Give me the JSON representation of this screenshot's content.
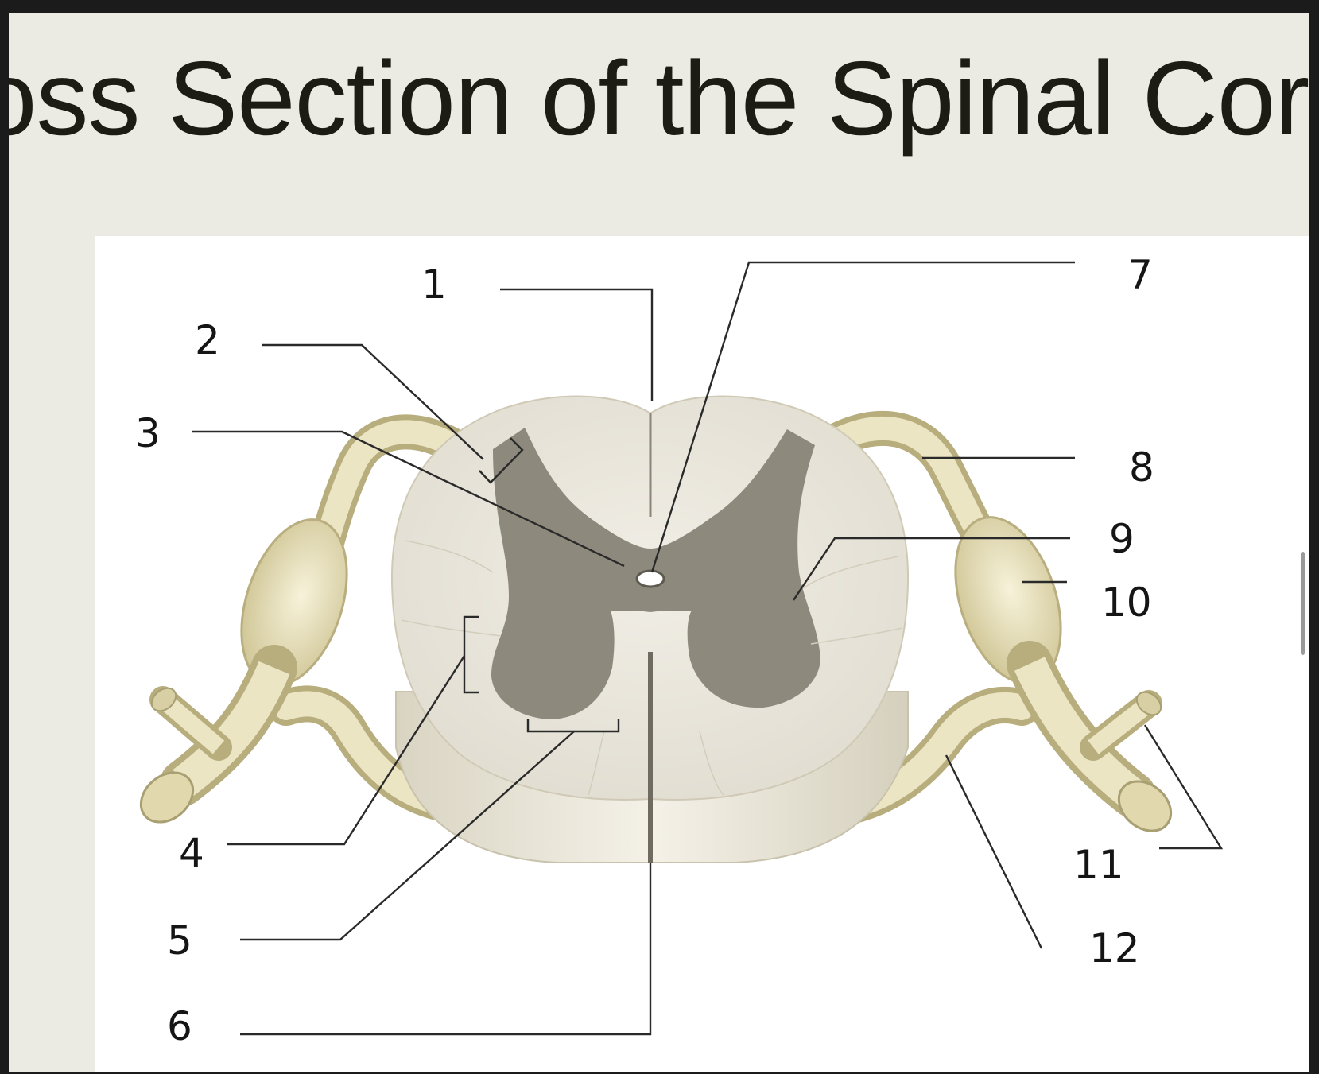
{
  "title": "oss Section of the Spinal Cord",
  "labels": {
    "l1": "1",
    "l2": "2",
    "l3": "3",
    "l4": "4",
    "l5": "5",
    "l6": "6",
    "l7": "7",
    "l8": "8",
    "l9": "9",
    "l10": "10",
    "l11": "11",
    "l12": "12"
  },
  "colors": {
    "slide_background": "#ebebe4",
    "white_matter": "#ebe8e0",
    "gray_matter": "#8d8a7d",
    "nerve": "#e7dfb8",
    "leader_line": "#2a2a2a"
  }
}
